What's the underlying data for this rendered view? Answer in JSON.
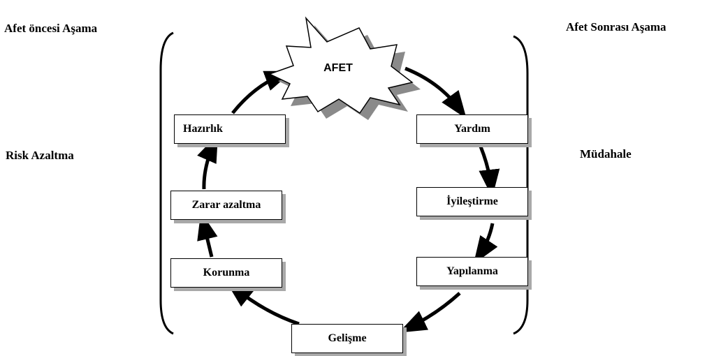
{
  "phase_labels": {
    "pre_disaster": "Afet öncesi Aşama",
    "post_disaster": "Afet Sonrası Aşama",
    "risk_reduction": "Risk Azaltma",
    "response": "Müdahale"
  },
  "center_event": "AFET",
  "stages": {
    "hazirlik": "Hazırlık",
    "zarar_azaltma": "Zarar azaltma",
    "korunma": "Korunma",
    "gelisme": "Gelişme",
    "yardim": "Yardım",
    "iyilestirme": "İyileştirme",
    "yapilanma": "Yapılanma"
  }
}
